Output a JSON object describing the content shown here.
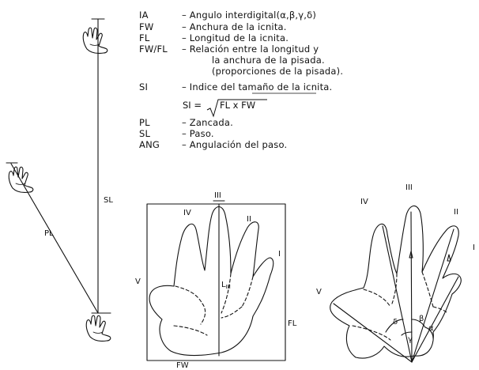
{
  "legend": [
    {
      "abbr": "IA",
      "desc": "– Angulo interdigital(α,β,γ,δ)"
    },
    {
      "abbr": "FW",
      "desc": "– Anchura de la icnita."
    },
    {
      "abbr": "FL",
      "desc": "– Longitud de la icnita."
    },
    {
      "abbr": "FW/FL",
      "desc": "– Relación entre la longitud y"
    },
    {
      "abbr": "",
      "desc": "la anchura de la pisada."
    },
    {
      "abbr": "",
      "desc": "(proporciones de la pisada)."
    },
    {
      "abbr": "SI",
      "desc": "– Indice del tamaño de la icnita."
    },
    {
      "abbr": "PL",
      "desc": "– Zancada."
    },
    {
      "abbr": "SL",
      "desc": "– Paso."
    },
    {
      "abbr": "ANG",
      "desc": "– Angulación del paso."
    }
  ],
  "formula": {
    "lhs": "SI =",
    "radicand": "FL x FW"
  },
  "trackway": {
    "sl_label": "SL",
    "pl_label": "PL"
  },
  "measured_print": {
    "digit_iii": "III",
    "digit_iv": "IV",
    "digit_ii": "II",
    "digit_i": "I",
    "digit_v": "V",
    "lm_label": "L",
    "lm_sub": "III",
    "fl_label": "FL",
    "fw_label": "FW"
  },
  "angle_print": {
    "digit_iii": "III",
    "digit_iv": "IV",
    "digit_ii": "II",
    "digit_v": "V",
    "digit_i": "I",
    "alpha": "α",
    "beta": "β",
    "gamma": "γ",
    "delta": "δ"
  }
}
